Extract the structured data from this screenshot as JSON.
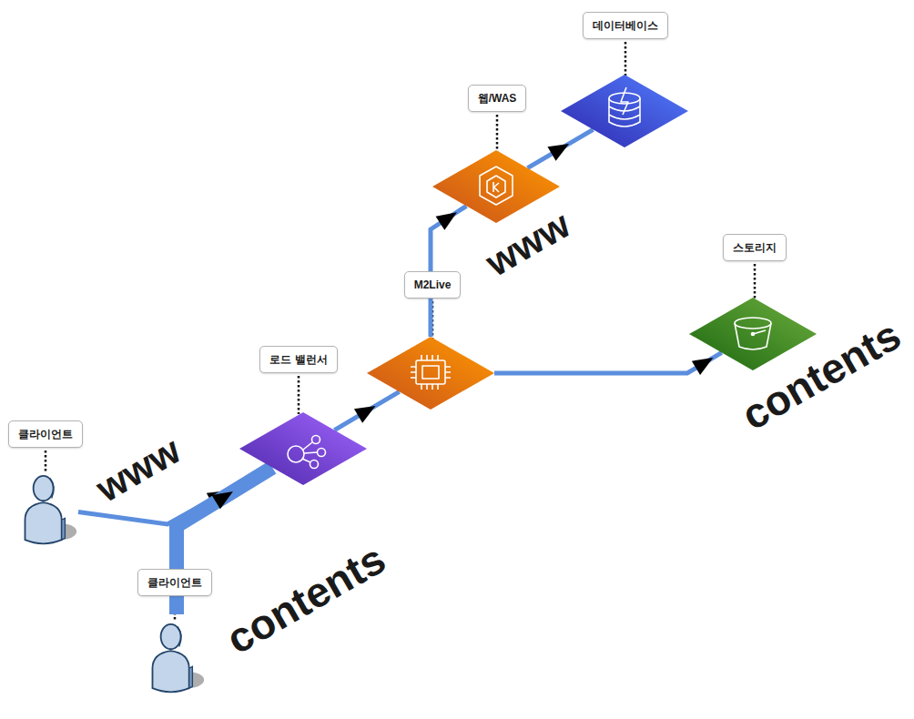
{
  "diagram": {
    "nodes": [
      {
        "text": [
          "데이터베이스"
        ]
      },
      {
        "text": [
          "웹/WAS"
        ]
      },
      {
        "text": [
          "스토리지"
        ]
      },
      {
        "text": [
          "M2Live"
        ]
      },
      {
        "text": [
          "로드 밸런서"
        ]
      },
      {
        "text": [
          "클라이언트"
        ]
      },
      {
        "text": [
          "클라이언트"
        ]
      }
    ],
    "edges": [
      {
        "from": 5,
        "to": 4,
        "arrow": "to"
      },
      {
        "from": 6,
        "to": 4,
        "arrow": "to"
      },
      {
        "from": 4,
        "to": 3,
        "arrow": "to"
      },
      {
        "from": 3,
        "to": 1,
        "arrow": "to"
      },
      {
        "from": 1,
        "to": 0,
        "arrow": "to"
      },
      {
        "from": 3,
        "to": 2,
        "arrow": "to"
      }
    ],
    "labels": [
      "www",
      "contents",
      "www",
      "contents"
    ]
  }
}
